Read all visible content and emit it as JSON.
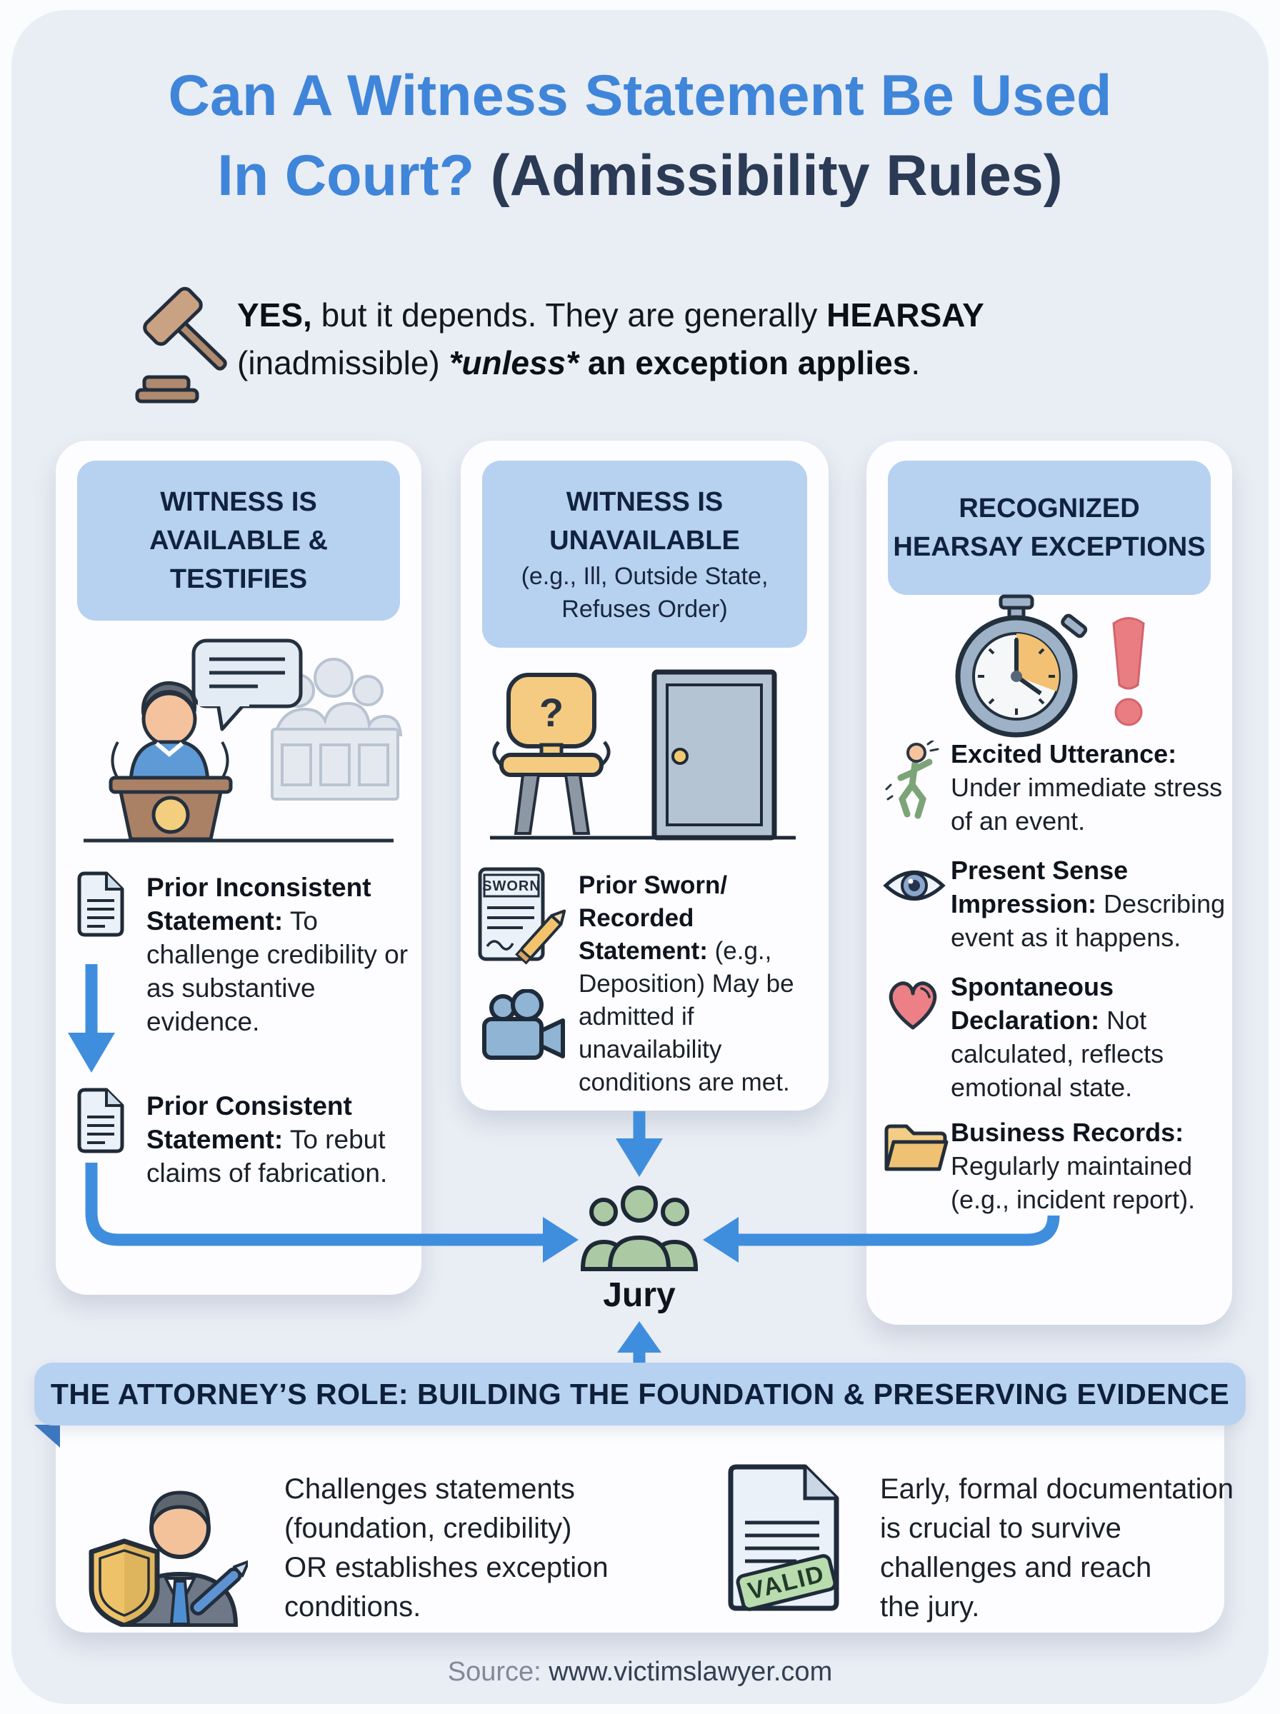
{
  "title": {
    "line1": "Can A Witness Statement Be Used",
    "line2_blue": "In Court?",
    "line2_dark": " (Admissibility Rules)"
  },
  "subtitle": {
    "bold1": "YES,",
    "reg1": " but it depends. They are generally ",
    "bold2": "HEARSAY",
    "reg2": "(inadmissible) ",
    "bold_italic": "*unless*",
    "bold3": " an exception applies",
    "reg3": "."
  },
  "columns": [
    {
      "header_lines": [
        "WITNESS IS",
        "AVAILABLE &",
        "TESTIFIES"
      ],
      "items": [
        {
          "bold": "Prior Inconsistent Statement:",
          "rest": " To challenge credibility or as substantive evidence."
        },
        {
          "bold": "Prior Consistent Statement:",
          "rest": " To rebut claims of fabrication."
        }
      ]
    },
    {
      "header_lines": [
        "WITNESS IS",
        "UNAVAILABLE"
      ],
      "header_sub_lines": [
        "(e.g., Ill, Outside State,",
        "Refuses Order)"
      ],
      "doc_label": "SWORN",
      "chair_glyph": "?",
      "items": [
        {
          "bold": "Prior Sworn/ Recorded Statement:",
          "rest": " (e.g., Deposition) May be admitted if unavailability conditions are met."
        }
      ]
    },
    {
      "header_lines": [
        "RECOGNIZED",
        "HEARSAY EXCEPTIONS"
      ],
      "items": [
        {
          "bold": "Excited Utterance:",
          "rest": " Under immediate stress of an event."
        },
        {
          "bold": "Present Sense Impression:",
          "rest": " Describing event as it happens."
        },
        {
          "bold": "Spontaneous Declaration:",
          "rest": " Not calculated, reflects emotional state."
        },
        {
          "bold": "Business Records:",
          "rest": " Regularly maintained (e.g., incident report)."
        }
      ]
    }
  ],
  "jury_label": "Jury",
  "banner": "THE ATTORNEY’S ROLE: BUILDING THE FOUNDATION & PRESERVING EVIDENCE",
  "bottom": {
    "left_lines": [
      "Challenges statements",
      "(foundation, credibility)",
      "OR establishes exception",
      "conditions."
    ],
    "right_lines": [
      "Early, formal documentation",
      "is crucial to survive",
      "challenges and reach",
      "the jury."
    ],
    "stamp_label": "VALID"
  },
  "source": {
    "label": "Source: ",
    "url": "www.victimslawyer.com"
  },
  "colors": {
    "accent_blue": "#3f8ede",
    "title_blue": "#3f85da",
    "title_dark": "#2b3a55",
    "chip_bg": "#b7d1f0",
    "panel_bg": "#e9edf4",
    "jury_green": "#abc9a3"
  }
}
